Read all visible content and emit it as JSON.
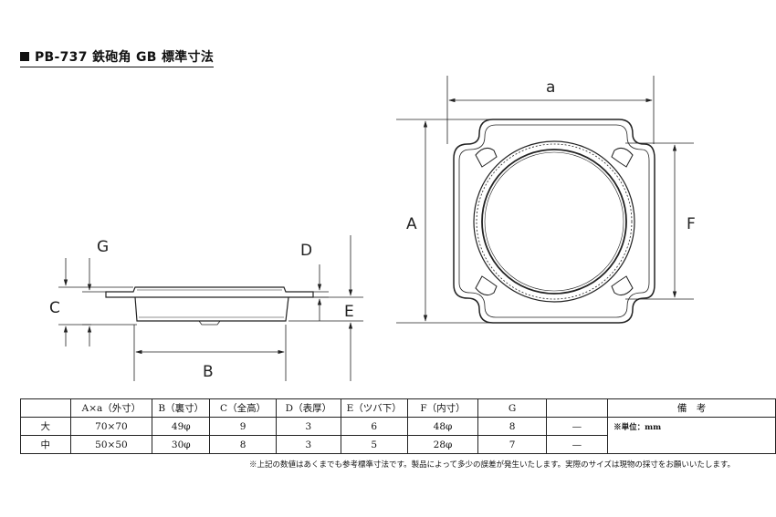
{
  "title": "PB-737 鉄砲角 GB 標準寸法",
  "dimension_labels": {
    "a": "a",
    "A": "A",
    "F": "F",
    "G": "G",
    "C": "C",
    "D": "D",
    "E": "E",
    "B": "B"
  },
  "table": {
    "headers": [
      "",
      "A×a（外寸）",
      "B（裏寸）",
      "C（全高）",
      "D（表厚）",
      "E（ツバ下）",
      "F（内寸）",
      "G",
      "",
      "備　考"
    ],
    "rows": [
      {
        "size": "大",
        "Aa": "70×70",
        "B": "49φ",
        "C": "9",
        "D": "3",
        "E": "6",
        "F": "48φ",
        "G": "8",
        "extra": "—"
      },
      {
        "size": "中",
        "Aa": "50×50",
        "B": "30φ",
        "C": "8",
        "D": "3",
        "E": "5",
        "F": "28φ",
        "G": "7",
        "extra": "—"
      }
    ],
    "note": "※単位：mm"
  },
  "footnote": "※上記の数値はあくまでも参考標準寸法です。製品によって多少の誤差が発生いたします。実際のサイズは現物の採寸をお願いいたします。"
}
